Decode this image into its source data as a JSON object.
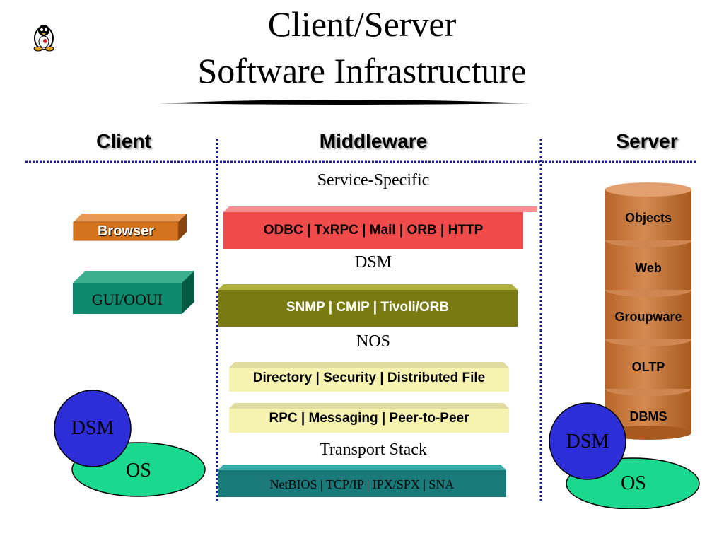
{
  "title": {
    "line1": "Client/Server",
    "line2": "Software Infrastructure"
  },
  "columns": {
    "client": "Client",
    "middleware": "Middleware",
    "server": "Server"
  },
  "client": {
    "browser": "Browser",
    "gui": "GUI/OOUI",
    "dsm": "DSM",
    "os": "OS"
  },
  "middleware": {
    "service_specific_label": "Service-Specific",
    "service_specific_box": "ODBC  |  TxRPC  |  Mail  |  ORB  |  HTTP",
    "dsm_label": "DSM",
    "dsm_box": "SNMP  |    CMIP  |  Tivoli/ORB",
    "nos_label": "NOS",
    "nos_box1": "Directory  |  Security  |  Distributed File",
    "nos_box2": "RPC       | Messaging | Peer-to-Peer",
    "transport_label": "Transport Stack",
    "transport_box": "NetBIOS  |  TCP/IP  |  IPX/SPX  |  SNA"
  },
  "server": {
    "stack": [
      "Objects",
      "Web",
      "Groupware",
      "OLTP",
      "DBMS"
    ],
    "dsm": "DSM",
    "os": "OS"
  },
  "colors": {
    "browser": "#d4731e",
    "gui": "#0d8a6e",
    "service_box": "#f04a4a",
    "dsm_box": "#7a7a12",
    "nos_box": "#f6f2b0",
    "transport_box": "#1a7a7a",
    "cylinder": "#c8753a",
    "dsm_circle": "#2e2ed8",
    "os_ellipse": "#1ad98e",
    "divider": "#1c1c9c"
  }
}
